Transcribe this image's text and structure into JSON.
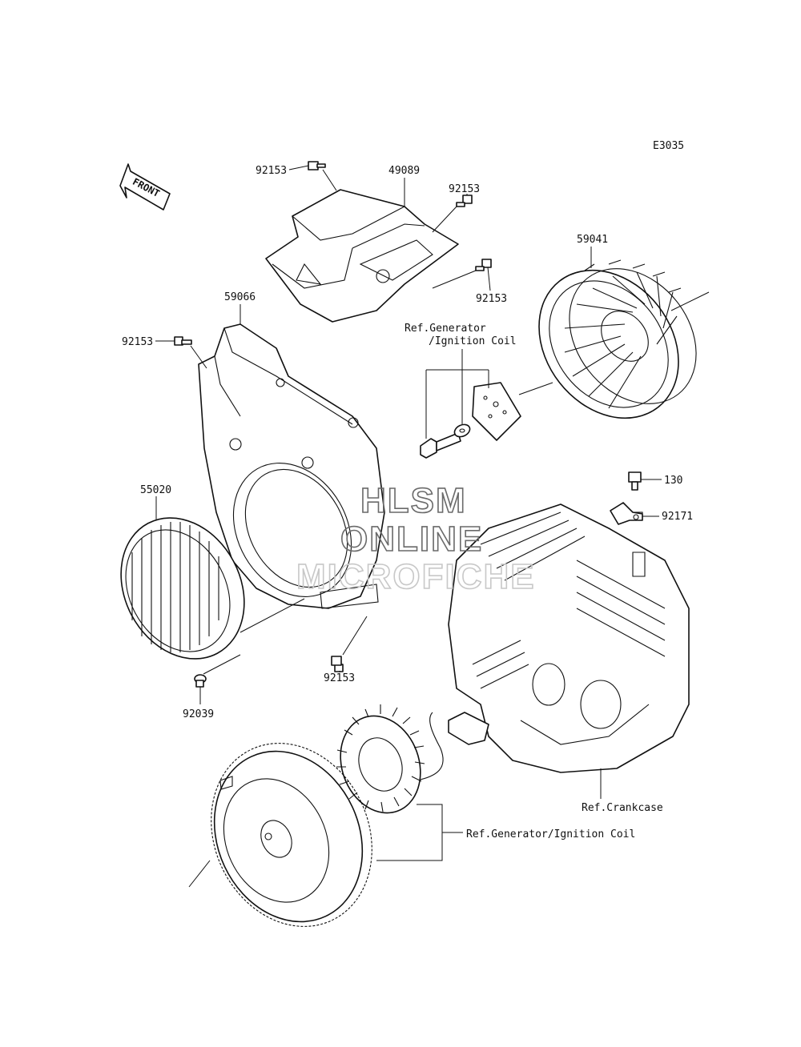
{
  "diagram_code": "E3035",
  "front_label": "FRONT",
  "watermark": [
    "HLSM",
    "ONLINE",
    "MICROFICHE"
  ],
  "part_labels": {
    "bolt_cover_top_left": "92153",
    "cover_top": "49089",
    "bolt_cover_top_right": "92153",
    "bolt_cover_lower_right": "92153",
    "fan": "59041",
    "housing": "59066",
    "bolt_housing_left": "92153",
    "screen": "55020",
    "bolt_housing_bottom": "92153",
    "screen_bolt": "92039",
    "bolt_clamp": "130",
    "clamp": "92171"
  },
  "references": {
    "generator_top_line1": "Ref.Generator",
    "generator_top_line2": "/Ignition Coil",
    "crankcase": "Ref.Crankcase",
    "generator_bottom": "Ref.Generator/Ignition Coil"
  }
}
